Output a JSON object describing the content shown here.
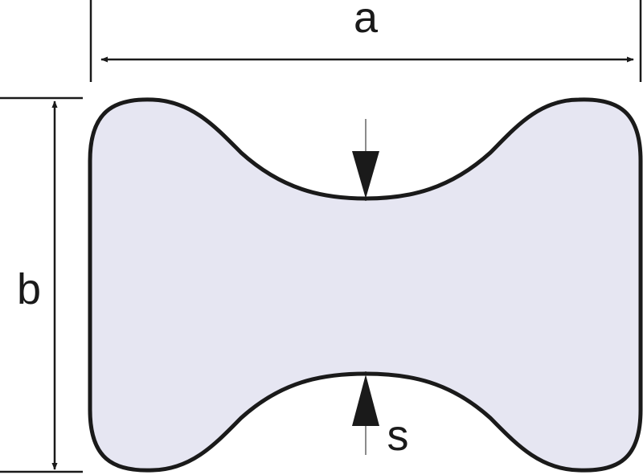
{
  "diagram": {
    "labels": {
      "width": "a",
      "height": "b",
      "thickness": "s"
    },
    "colors": {
      "fill": "#e6e6f2",
      "stroke": "#1a1a1a"
    }
  }
}
